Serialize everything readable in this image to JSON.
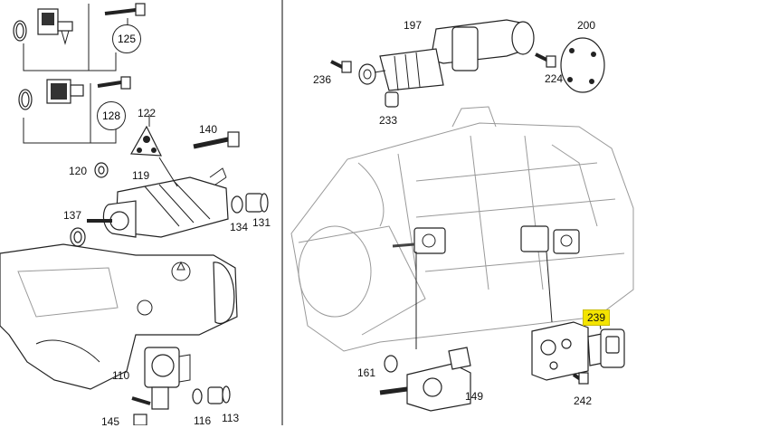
{
  "callouts": [
    {
      "id": "c125",
      "text": "125"
    },
    {
      "id": "c128",
      "text": "128"
    },
    {
      "id": "l122",
      "text": "122"
    },
    {
      "id": "l140",
      "text": "140"
    },
    {
      "id": "l120",
      "text": "120"
    },
    {
      "id": "l119",
      "text": "119"
    },
    {
      "id": "l137",
      "text": "137"
    },
    {
      "id": "l134",
      "text": "134"
    },
    {
      "id": "l131",
      "text": "131"
    },
    {
      "id": "l110",
      "text": "110"
    },
    {
      "id": "l145",
      "text": "145"
    },
    {
      "id": "l116",
      "text": "116"
    },
    {
      "id": "l113",
      "text": "113"
    },
    {
      "id": "l197",
      "text": "197"
    },
    {
      "id": "l200",
      "text": "200"
    },
    {
      "id": "l236",
      "text": "236"
    },
    {
      "id": "l224",
      "text": "224"
    },
    {
      "id": "l233",
      "text": "233"
    },
    {
      "id": "l239",
      "text": "239"
    },
    {
      "id": "l161",
      "text": "161"
    },
    {
      "id": "l149",
      "text": "149"
    },
    {
      "id": "l242",
      "text": "242"
    }
  ],
  "highlight_color": "#f4e400"
}
